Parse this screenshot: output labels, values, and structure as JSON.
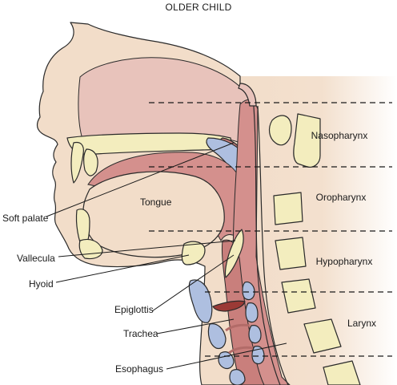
{
  "title": "OLDER CHILD",
  "labels": {
    "soft_palate": "Soft palate",
    "tongue": "Tongue",
    "vallecula": "Vallecula",
    "hyoid": "Hyoid",
    "epiglottis": "Epiglottis",
    "trachea": "Trachea",
    "esophagus": "Esophagus"
  },
  "regions": {
    "nasopharynx": "Nasopharynx",
    "oropharynx": "Oropharynx",
    "hypopharynx": "Hypopharynx",
    "larynx": "Larynx"
  },
  "colors": {
    "skin": "#f2ddc9",
    "airway": "#e8c3bb",
    "tissue": "#d4908d",
    "mucosa": "#c97f7c",
    "bone": "#f3edbe",
    "cartilage": "#aebfe0",
    "line": "#1a1a1a"
  }
}
